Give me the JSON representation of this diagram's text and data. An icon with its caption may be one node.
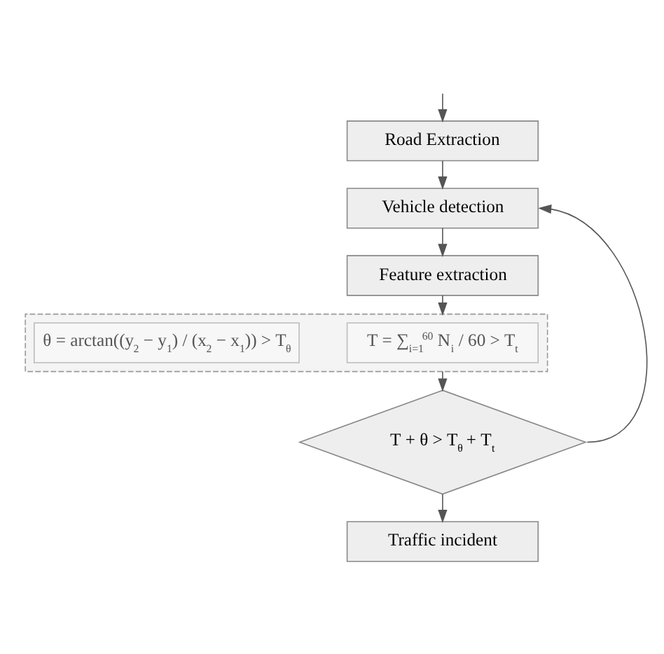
{
  "diagram": {
    "nodes": [
      {
        "text": [
          "Road Extraction"
        ]
      },
      {
        "text": [
          "Vehicle detection"
        ]
      },
      {
        "text": [
          "Feature extraction"
        ]
      },
      {
        "text": [],
        "shape": "box"
      },
      {
        "text": [
          "T = ∑$_{i=1}$$^{60}$ N$_{i}$ / 60 > T$_{t}$"
        ],
        "in": 3
      },
      {
        "text": [
          "θ = arctan((y$_{2}$ − y$_{1}$) / (x$_{2}$ − x$_{1}$)) > T$_{θ}$"
        ],
        "in": 3
      },
      {
        "text": [
          "T + θ > T$_{θ}$ + T$_{t}$"
        ]
      },
      {
        "text": [
          "Traffic incident"
        ]
      }
    ],
    "edges": [
      {
        "from": null,
        "to": 0,
        "arrow": "to"
      },
      {
        "from": 0,
        "to": 1,
        "arrow": "to"
      },
      {
        "from": 1,
        "to": 2,
        "arrow": "to"
      },
      {
        "from": 2,
        "to": 3,
        "arrow": "to"
      },
      {
        "from": 3,
        "to": 6,
        "arrow": "to"
      },
      {
        "from": 6,
        "to": 7,
        "arrow": "to"
      },
      {
        "from": 6,
        "to": 1,
        "arrow": "to"
      }
    ]
  }
}
